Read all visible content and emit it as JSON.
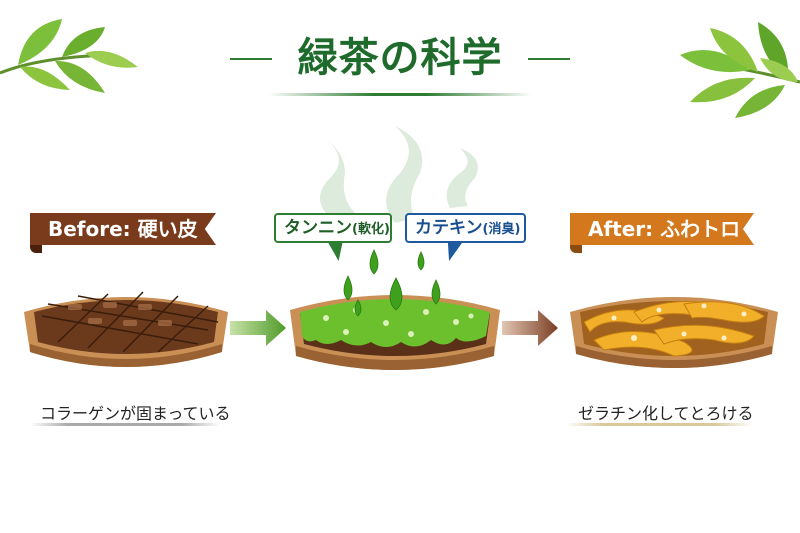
{
  "title": {
    "text": "緑茶の科学",
    "color": "#1f6b2c"
  },
  "stages": [
    {
      "id": "before",
      "label": "Before: 硬い皮",
      "ribbon_color": "#7a3a1c",
      "caption": "コラーゲンが固まっている",
      "illustration": "hard-brown-lattice-crust"
    },
    {
      "id": "process",
      "callouts": [
        {
          "label": "タンニン",
          "note": "(軟化)",
          "color": "#2e7d32"
        },
        {
          "label": "カテキン",
          "note": "(消臭)",
          "color": "#1f5aa0"
        }
      ],
      "illustration": "green-tea-droplets-soaking-crust",
      "steam": "steam-wisps"
    },
    {
      "id": "after",
      "label": "After: ふわトロ",
      "ribbon_color": "#d3781c",
      "caption": "ゼラチン化してとろける",
      "illustration": "soft-golden-gelatin-strips"
    }
  ],
  "arrows": [
    {
      "name": "arrow-green",
      "color": "#5aa02c"
    },
    {
      "name": "arrow-brown",
      "color": "#7a3e22"
    }
  ],
  "decorations": [
    "tea-leaves-left",
    "tea-leaves-right"
  ]
}
